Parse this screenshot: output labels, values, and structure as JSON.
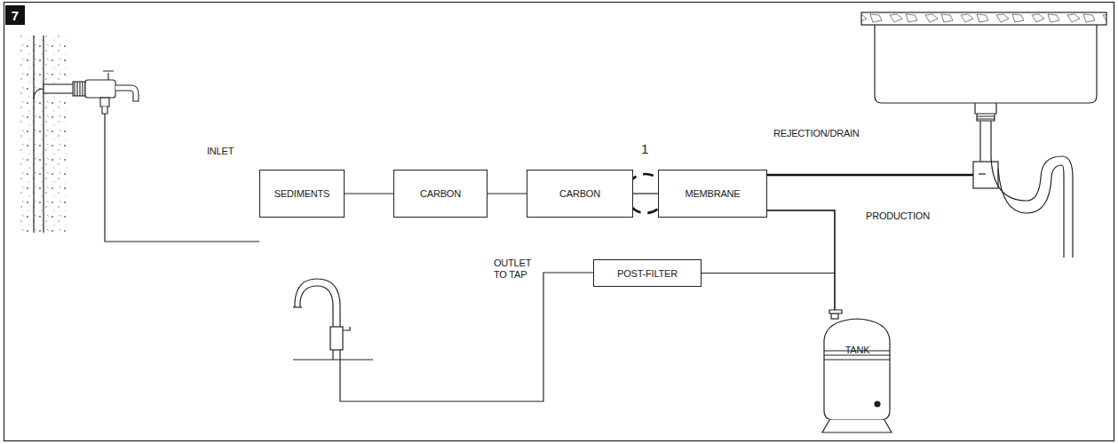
{
  "diagram": {
    "title": "7",
    "nodes": [
      {
        "text": [
          "SEDIMENTS"
        ]
      },
      {
        "text": [
          "CARBON"
        ]
      },
      {
        "text": [
          "CARBON"
        ]
      },
      {
        "text": [
          "MEMBRANE"
        ]
      },
      {
        "text": [
          "POST-FILTER"
        ]
      },
      {
        "text": [
          "TANK"
        ]
      }
    ],
    "edges": [
      {
        "from": 0,
        "to": 1,
        "arrow": "none"
      },
      {
        "from": 1,
        "to": 2,
        "arrow": "none"
      },
      {
        "from": 2,
        "to": 3,
        "arrow": "none"
      },
      {
        "from": 3,
        "to": 5,
        "arrow": "none"
      },
      {
        "from": 3,
        "to": 4,
        "arrow": "none"
      },
      {
        "from": 5,
        "to": 4,
        "arrow": "none"
      }
    ],
    "labels": [
      "INLET",
      "1",
      "REJECTION/DRAIN",
      "PRODUCTION",
      "OUTLET TO TAP"
    ]
  }
}
